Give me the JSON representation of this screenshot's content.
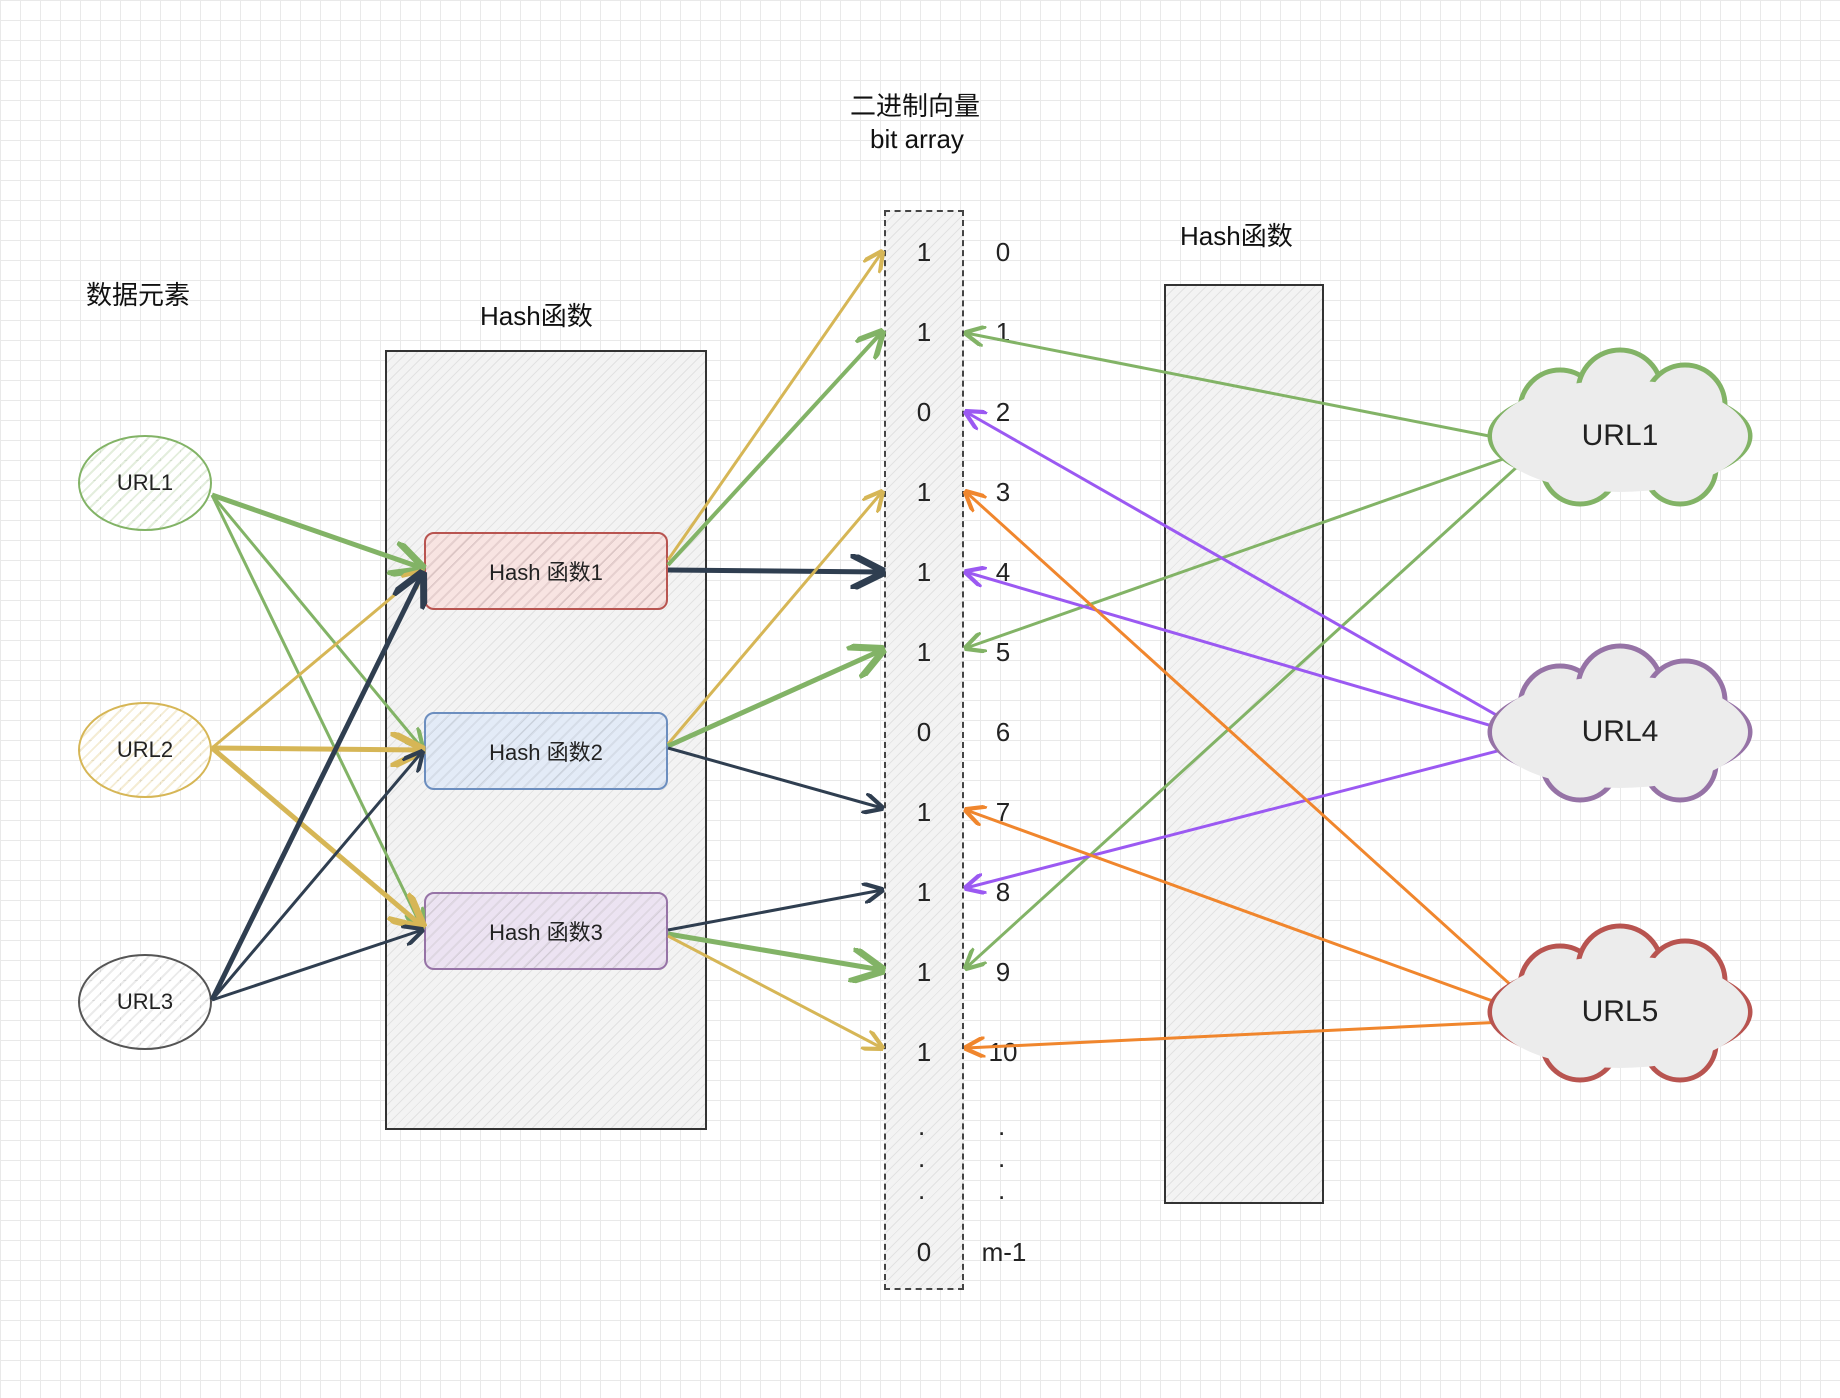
{
  "titles": {
    "bit_vector_cn": "二进制向量",
    "bit_vector_en": "bit array",
    "data_elements": "数据元素",
    "hash_left": "Hash函数",
    "hash_right": "Hash函数"
  },
  "left_urls": [
    "URL1",
    "URL2",
    "URL3"
  ],
  "hash_functions": [
    "Hash 函数1",
    "Hash 函数2",
    "Hash 函数3"
  ],
  "bits": [
    {
      "bit": "1",
      "index": "0"
    },
    {
      "bit": "1",
      "index": "1"
    },
    {
      "bit": "0",
      "index": "2"
    },
    {
      "bit": "1",
      "index": "3"
    },
    {
      "bit": "1",
      "index": "4"
    },
    {
      "bit": "1",
      "index": "5"
    },
    {
      "bit": "0",
      "index": "6"
    },
    {
      "bit": "1",
      "index": "7"
    },
    {
      "bit": "1",
      "index": "8"
    },
    {
      "bit": "1",
      "index": "9"
    },
    {
      "bit": "1",
      "index": "10"
    }
  ],
  "ellipsis": {
    "bit": ".\n.\n.",
    "index": ".\n.\n."
  },
  "last_bit": {
    "bit": "0",
    "index": "m-1"
  },
  "right_urls": [
    "URL1",
    "URL4",
    "URL5"
  ],
  "colors": {
    "green": "#82b366",
    "yellow": "#d6b656",
    "dark": "#2f3e50",
    "purple": "#9673a6",
    "red": "#b85450",
    "blue": "#6c8ebf",
    "violet": "#9b59f2",
    "orange": "#f0862d"
  }
}
